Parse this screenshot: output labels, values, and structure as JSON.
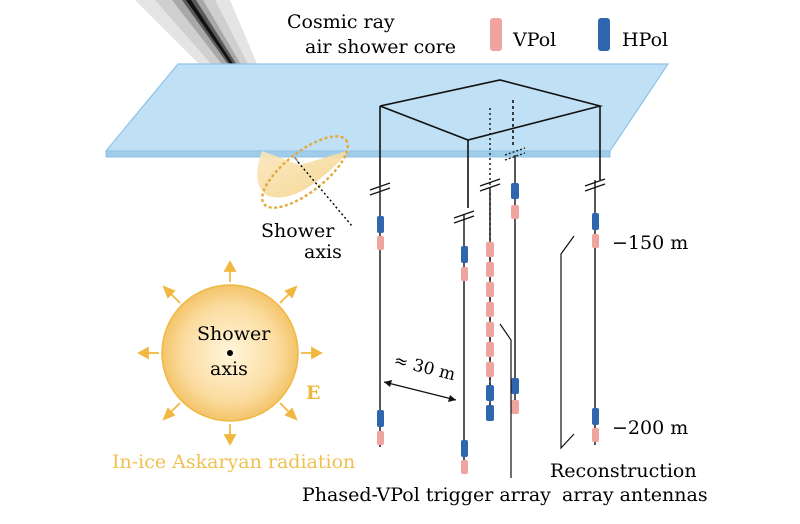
{
  "labels": {
    "cosmic_ray_line1": "Cosmic ray",
    "cosmic_ray_line2": "air shower core",
    "legend_vpol": "VPol",
    "legend_hpol": "HPol",
    "shower_axis_line1": "Shower",
    "shower_axis_line2": "axis",
    "depth_150": "−150 m",
    "depth_200": "−200 m",
    "circle_shower": "Shower",
    "circle_axis": "axis",
    "efield": "E",
    "spacing": "≈ 30 m",
    "askaryan": "In-ice Askaryan radiation",
    "phased": "Phased-VPol trigger array",
    "recon_line1": "Reconstruction",
    "recon_line2": "array antennas"
  },
  "colors": {
    "vpol": "#f0a4a0",
    "hpol": "#2f66b0",
    "ice": "#bfe0f5",
    "ice_edge": "#8fc3e6",
    "askaryan": "#f0b840",
    "askaryan_text": "#f0c050",
    "cone": "#e9b84a"
  }
}
